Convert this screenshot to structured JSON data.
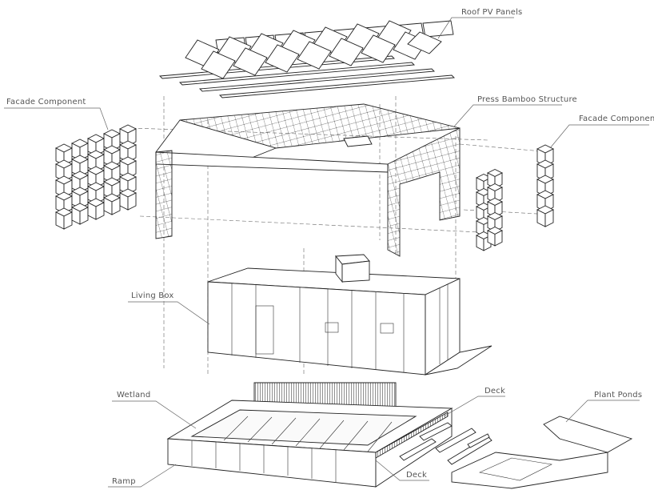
{
  "labels": {
    "roof_pv": "Roof PV Panels",
    "facade_component": "Facade Component",
    "press_bamboo": "Press Bamboo Structure",
    "facade_components": "Facade Components",
    "living_box": "Living Box",
    "wetland": "Wetland",
    "deck_upper": "Deck",
    "plant_ponds": "Plant Ponds",
    "ramp": "Ramp",
    "deck_lower": "Deck"
  }
}
